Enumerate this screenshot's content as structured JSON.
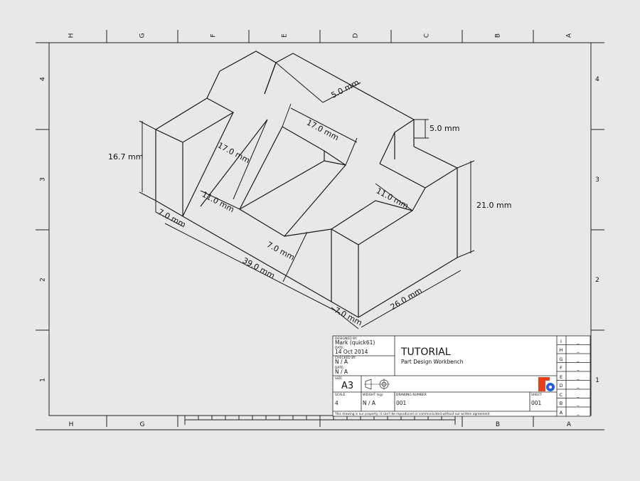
{
  "border": {
    "columns_top": [
      "H",
      "G",
      "F",
      "E",
      "D",
      "C",
      "B",
      "A"
    ],
    "columns_bottom": [
      "H",
      "G",
      "B",
      "A"
    ],
    "rows_left": [
      "4",
      "3",
      "2",
      "1"
    ],
    "rows_right": [
      "4",
      "3",
      "2",
      "1"
    ]
  },
  "dimensions": {
    "d_5_top": "5.0 mm",
    "d_5_right": "5.0 mm",
    "d_17_a": "17.0 mm",
    "d_17_b": "17.0 mm",
    "d_16_7": "16.7 mm",
    "d_11_left": "11.0 mm",
    "d_11_right": "11.0 mm",
    "d_21": "21.0 mm",
    "d_7_a": "7.0 mm",
    "d_7_b": "7.0 mm",
    "d_7_c": "7.0 mm",
    "d_39": "39.0 mm",
    "d_26": "26.0 mm"
  },
  "title_block": {
    "designed_by_label": "DESIGNED BY:",
    "designed_by": "Mark  (quick61)",
    "date1_label": "DATE:",
    "date1": "14 Oct 2014",
    "checked_by_label": "CHECKED BY:",
    "checked_by": "N / A",
    "date2_label": "DATE:",
    "date2": "N / A",
    "size_label": "SIZE",
    "size": "A3",
    "title": "TUTORIAL",
    "subtitle": "Part Design Workbench",
    "scale_label": "SCALE",
    "scale": "4",
    "weight_label": "WEIGHT (kg)",
    "weight": "N / A",
    "drawing_number_label": "DRAWING NUMBER",
    "drawing_number": "001",
    "sheet_label": "SHEET",
    "sheet": "001",
    "disclaimer": "This drawing is our property; it can't be reproduced or communicated without our written agreement.",
    "revisions": [
      {
        "letter": "I",
        "value": "_"
      },
      {
        "letter": "H",
        "value": "_"
      },
      {
        "letter": "G",
        "value": "_"
      },
      {
        "letter": "F",
        "value": "_"
      },
      {
        "letter": "E",
        "value": "_"
      },
      {
        "letter": "D",
        "value": "_"
      },
      {
        "letter": "C",
        "value": "_"
      },
      {
        "letter": "B",
        "value": "_"
      },
      {
        "letter": "A",
        "value": "_"
      }
    ]
  },
  "colors": {
    "logo_red": "#e8401c",
    "logo_blue": "#2a5bd7"
  }
}
